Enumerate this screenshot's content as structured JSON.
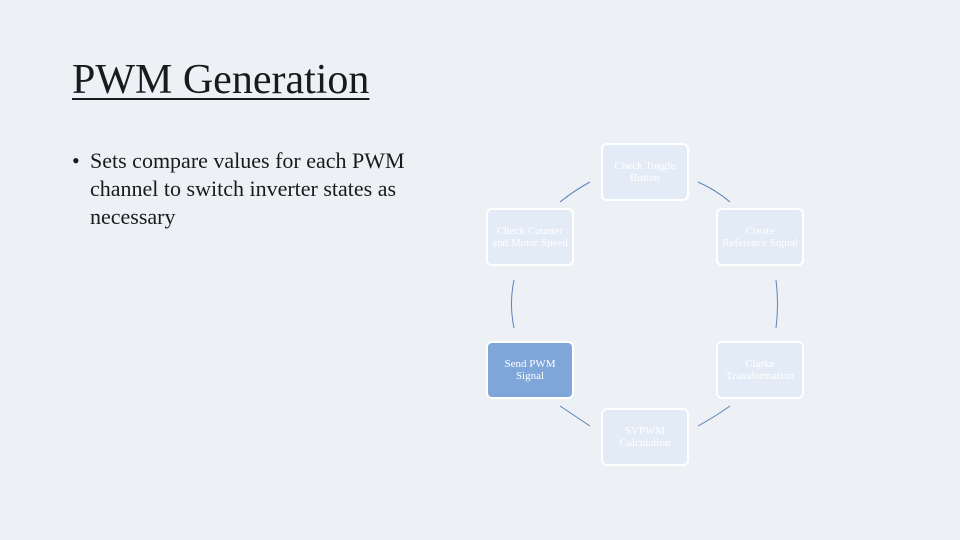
{
  "slide": {
    "title": "PWM Generation",
    "bullets": [
      "Sets compare values for each PWM channel to switch inverter states as necessary"
    ]
  },
  "diagram": {
    "type": "cycle",
    "accent": "#7ea6d8",
    "nodes": [
      {
        "id": "check-toggle",
        "label": "Check Toggle Button"
      },
      {
        "id": "create-reference",
        "label": "Create Reference Signal"
      },
      {
        "id": "clarke",
        "label": "Clarke Transformation"
      },
      {
        "id": "svpwm",
        "label": "SVPWM Calculation"
      },
      {
        "id": "send-pwm",
        "label": "Send PWM Signal",
        "highlighted": true
      },
      {
        "id": "check-counter",
        "label": "Check Counter and Motor Speed"
      }
    ],
    "connections": [
      [
        "check-toggle",
        "create-reference"
      ],
      [
        "create-reference",
        "clarke"
      ],
      [
        "clarke",
        "svpwm"
      ],
      [
        "svpwm",
        "send-pwm"
      ],
      [
        "send-pwm",
        "check-counter"
      ],
      [
        "check-counter",
        "check-toggle"
      ]
    ]
  }
}
